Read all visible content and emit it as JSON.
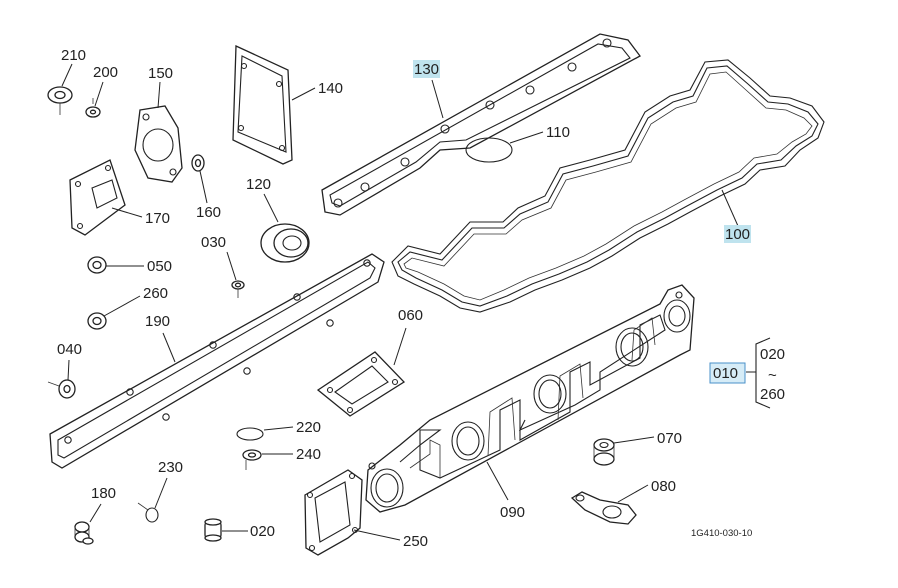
{
  "diagram": {
    "drawing_code": "1G410-030-10",
    "parts": [
      {
        "id": "210",
        "label": "210"
      },
      {
        "id": "200",
        "label": "200"
      },
      {
        "id": "150",
        "label": "150"
      },
      {
        "id": "140",
        "label": "140"
      },
      {
        "id": "130",
        "label": "130",
        "highlighted": true
      },
      {
        "id": "110",
        "label": "110"
      },
      {
        "id": "100",
        "label": "100",
        "highlighted": true
      },
      {
        "id": "170",
        "label": "170"
      },
      {
        "id": "160",
        "label": "160"
      },
      {
        "id": "120",
        "label": "120"
      },
      {
        "id": "030",
        "label": "030"
      },
      {
        "id": "050",
        "label": "050"
      },
      {
        "id": "260a",
        "label": "260"
      },
      {
        "id": "040",
        "label": "040"
      },
      {
        "id": "190",
        "label": "190"
      },
      {
        "id": "060",
        "label": "060"
      },
      {
        "id": "220",
        "label": "220"
      },
      {
        "id": "240",
        "label": "240"
      },
      {
        "id": "230",
        "label": "230"
      },
      {
        "id": "180",
        "label": "180"
      },
      {
        "id": "020a",
        "label": "020"
      },
      {
        "id": "250",
        "label": "250"
      },
      {
        "id": "090",
        "label": "090"
      },
      {
        "id": "070",
        "label": "070"
      },
      {
        "id": "080",
        "label": "080"
      },
      {
        "id": "010",
        "label": "010",
        "highlighted": true
      }
    ],
    "kit_range": {
      "from": "020",
      "separator": "~",
      "to": "260"
    }
  },
  "colors": {
    "line": "#222222",
    "highlight": "#bfe3ee",
    "highlight_border": "#4a90c8"
  }
}
